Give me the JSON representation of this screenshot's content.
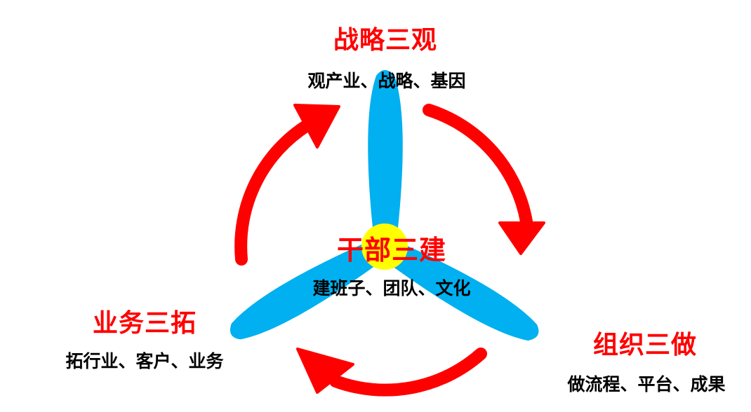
{
  "colors": {
    "accent": "#ff0000",
    "blade": "#00b0f0",
    "hub": "#ffff00",
    "text": "#000000"
  },
  "center": {
    "title": "干部三建",
    "subtitle": "建班子、团队、文化"
  },
  "top": {
    "title": "战略三观",
    "subtitle": "观产业、战略、基因"
  },
  "left": {
    "title": "业务三拓",
    "subtitle": "拓行业、客户、业务"
  },
  "right": {
    "title": "组织三做",
    "subtitle": "做流程、平台、成果"
  }
}
